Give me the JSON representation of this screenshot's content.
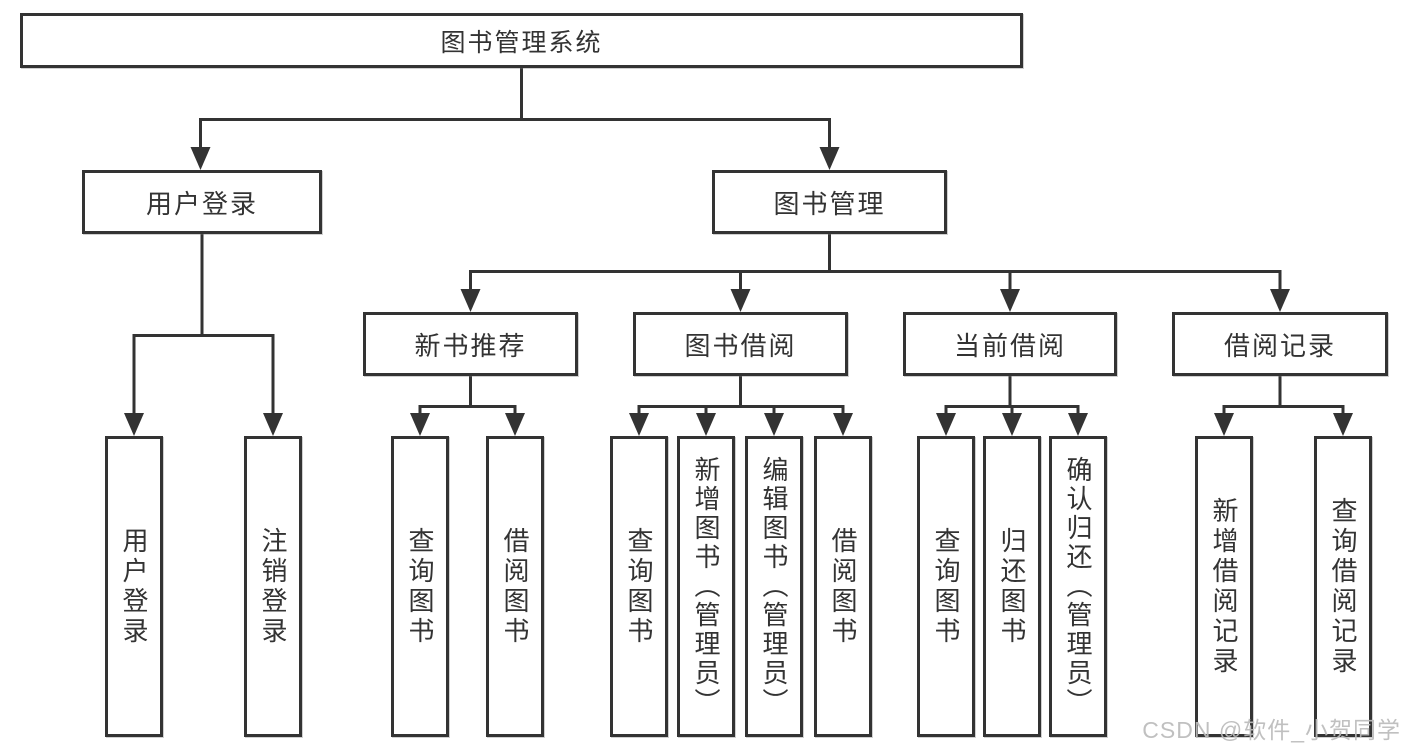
{
  "nodes": {
    "root": "图书管理系统",
    "branches": [
      "用户登录",
      "图书管理"
    ],
    "sections": [
      "新书推荐",
      "图书借阅",
      "当前借阅",
      "借阅记录"
    ],
    "leaves": [
      "用户登录",
      "注销登录",
      "查询图书",
      "借阅图书",
      "查询图书",
      "新增图书（管理员）",
      "编辑图书（管理员）",
      "借阅图书",
      "查询图书",
      "归还图书",
      "确认归还（管理员）",
      "新增借阅记录",
      "查询借阅记录"
    ]
  },
  "colors": {
    "line": "#333333",
    "box_border": "#333333",
    "text": "#333333",
    "background": "#ffffff",
    "watermark": "#bbbbbb"
  },
  "watermark": {
    "text": "CSDN @软件_小贺同学"
  }
}
